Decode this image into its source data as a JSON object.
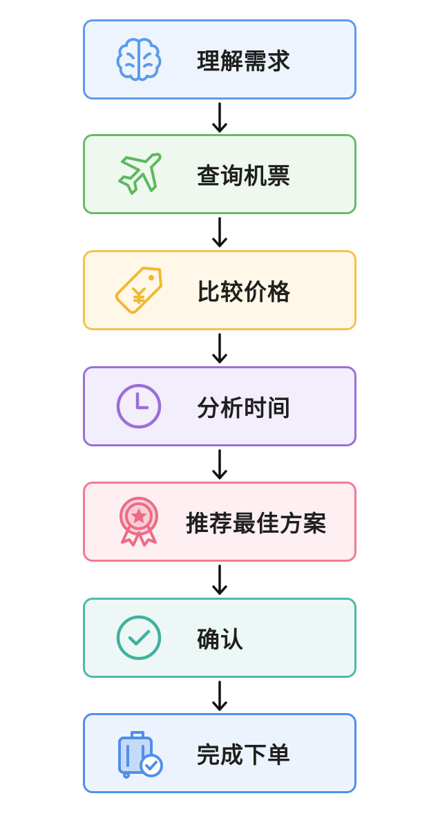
{
  "steps": [
    {
      "label": "理解需求",
      "icon": "brain-icon",
      "border": "#5b9bea",
      "fill": "#eef4fd",
      "color": "#5b9bea"
    },
    {
      "label": "查询机票",
      "icon": "airplane-icon",
      "border": "#66bb6a",
      "fill": "#eef8ee",
      "color": "#5cb85f"
    },
    {
      "label": "比较价格",
      "icon": "price-tag-yen-icon",
      "border": "#f5c14b",
      "fill": "#fff8e8",
      "color": "#f2b92e"
    },
    {
      "label": "分析时间",
      "icon": "clock-icon",
      "border": "#9a6fd8",
      "fill": "#f3eefb",
      "color": "#9a6fd8"
    },
    {
      "label": "推荐最佳方案",
      "icon": "award-badge-icon",
      "border": "#f27a93",
      "fill": "#fdeff2",
      "color": "#ee6a86"
    },
    {
      "label": "确认",
      "icon": "check-circle-icon",
      "border": "#4dbaa8",
      "fill": "#edf8f6",
      "color": "#3fb29e"
    },
    {
      "label": "完成下单",
      "icon": "luggage-check-icon",
      "border": "#4f8fe8",
      "fill": "#edf3fd",
      "color": "#4f8fe8"
    }
  ],
  "arrow_color": "#111111"
}
